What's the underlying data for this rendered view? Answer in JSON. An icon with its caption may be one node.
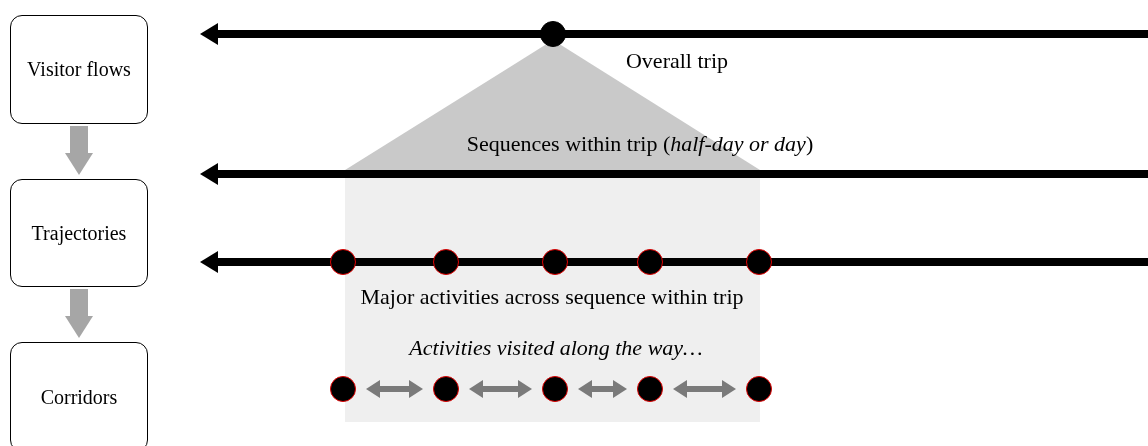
{
  "diagram": {
    "nodes": [
      {
        "text": [
          "Visitor flows"
        ]
      },
      {
        "text": [
          "Trajectories"
        ]
      },
      {
        "text": [
          "Corridors"
        ]
      },
      {
        "text": [],
        "shape": "circle"
      },
      {
        "text": [],
        "shape": "circle"
      },
      {
        "text": [],
        "shape": "circle"
      },
      {
        "text": [],
        "shape": "circle"
      },
      {
        "text": [],
        "shape": "circle"
      },
      {
        "text": [],
        "shape": "circle"
      },
      {
        "text": [],
        "shape": "circle"
      },
      {
        "text": [],
        "shape": "circle"
      },
      {
        "text": [],
        "shape": "circle"
      },
      {
        "text": [],
        "shape": "circle"
      },
      {
        "text": [],
        "shape": "circle"
      }
    ],
    "edges": [
      {
        "from": 0,
        "to": 1,
        "arrow": "to",
        "style": "thick",
        "color": "#a6a6a6"
      },
      {
        "from": 1,
        "to": 2,
        "arrow": "to",
        "style": "thick",
        "color": "#a6a6a6"
      },
      {
        "from": 9,
        "to": 10,
        "arrow": "both"
      },
      {
        "from": 10,
        "to": 11,
        "arrow": "both"
      },
      {
        "from": 11,
        "to": 12,
        "arrow": "both"
      },
      {
        "from": 12,
        "to": 13,
        "arrow": "both"
      }
    ],
    "labels": [
      "Overall trip",
      "Sequences within trip (*half-day or day*)",
      "Major activities across sequence within trip",
      "Activities visited along the way…"
    ]
  }
}
